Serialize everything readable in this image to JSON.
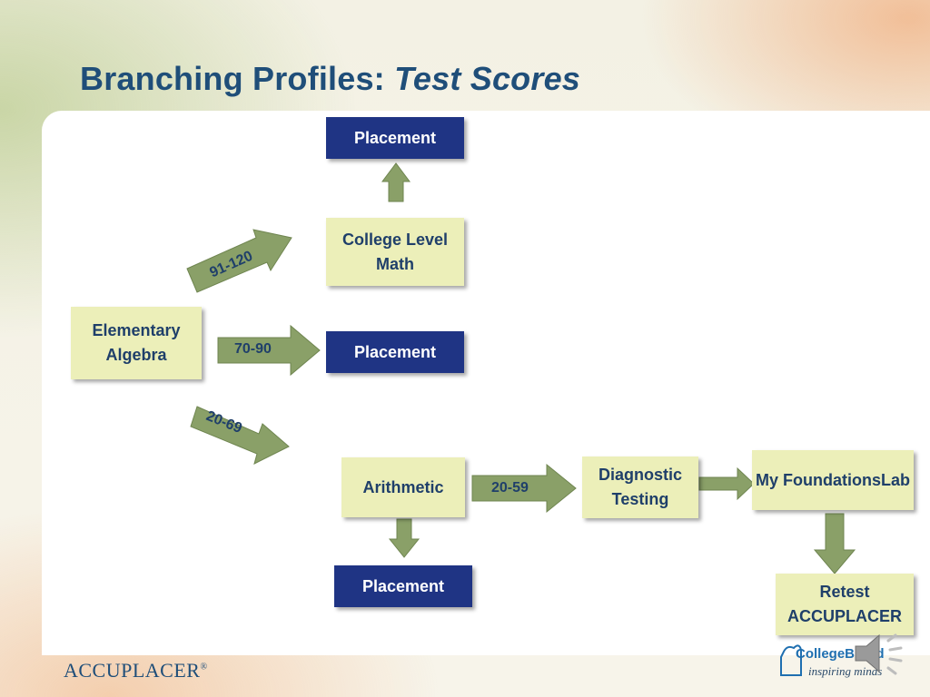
{
  "title": {
    "main": "Branching Profiles: ",
    "italic": "Test Scores"
  },
  "nodes": {
    "placement_top": "Placement",
    "college_level_math": "College Level Math",
    "elementary_algebra": "Elementary Algebra",
    "placement_middle": "Placement",
    "arithmetic": "Arithmetic",
    "placement_bottom": "Placement",
    "diagnostic_testing": "Diagnostic Testing",
    "my_foundations_lab": "My FoundationsLab",
    "retest_accuplacer": "Retest ACCUPLACER"
  },
  "arrow_labels": {
    "range_91_120": "91-120",
    "range_70_90": "70-90",
    "range_20_69": "20-69",
    "range_20_59": "20-59"
  },
  "footer": {
    "accuplacer_logo": "ACCUPLACER",
    "collegeboard_name": "CollegeBoard",
    "collegeboard_tagline": "inspiring minds"
  },
  "colors": {
    "title": "#1f4e79",
    "green_box": "#ecefb9",
    "blue_box": "#1f3484",
    "arrow": "#8aa068"
  }
}
